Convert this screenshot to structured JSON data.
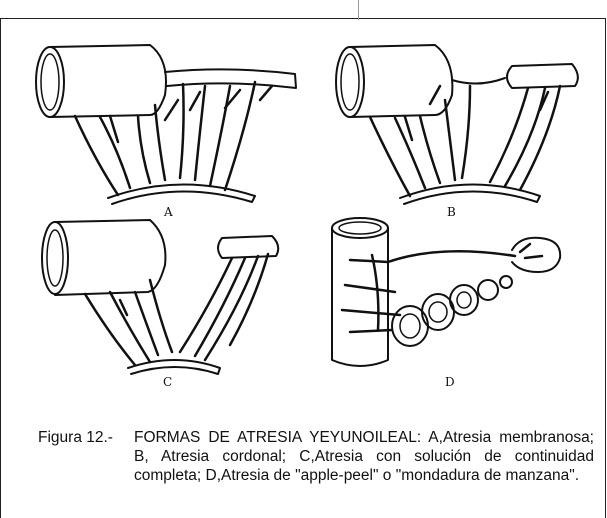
{
  "figure": {
    "panels": [
      {
        "label": "A"
      },
      {
        "label": "B"
      },
      {
        "label": "C"
      },
      {
        "label": "D"
      }
    ],
    "caption": {
      "number": "Figura 12.-",
      "text": "FORMAS DE ATRESIA YEYUNOILEAL: A,Atresia membranosa; B, Atresia cordonal; C,Atresia con solución de continuidad completa; D,Atresia de \"apple-peel\" o \"mondadura de manzana\"."
    }
  }
}
